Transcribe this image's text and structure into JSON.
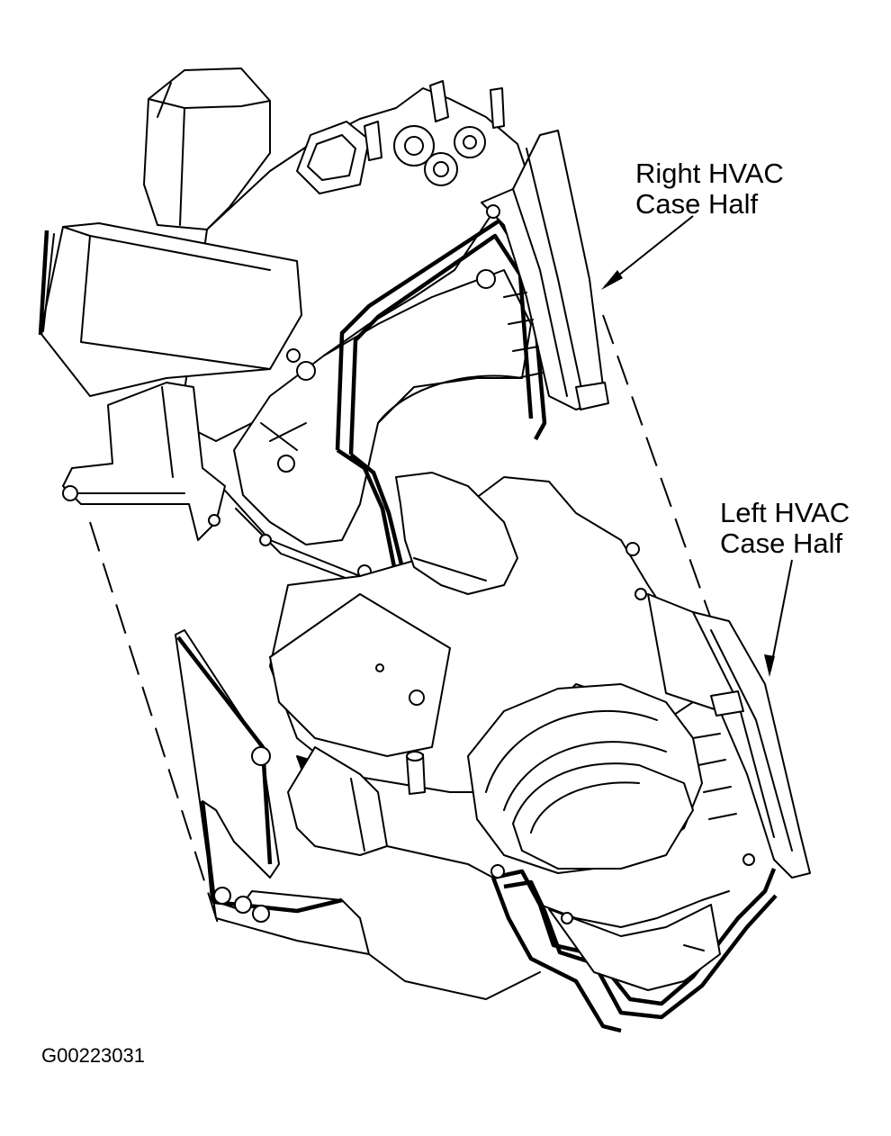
{
  "labels": {
    "right_case": {
      "line1": "Right HVAC",
      "line2": "Case Half"
    },
    "left_case": {
      "line1": "Left HVAC",
      "line2": "Case Half"
    }
  },
  "figure_id": "G00223031",
  "colors": {
    "ink": "#000000",
    "paper": "#ffffff"
  }
}
